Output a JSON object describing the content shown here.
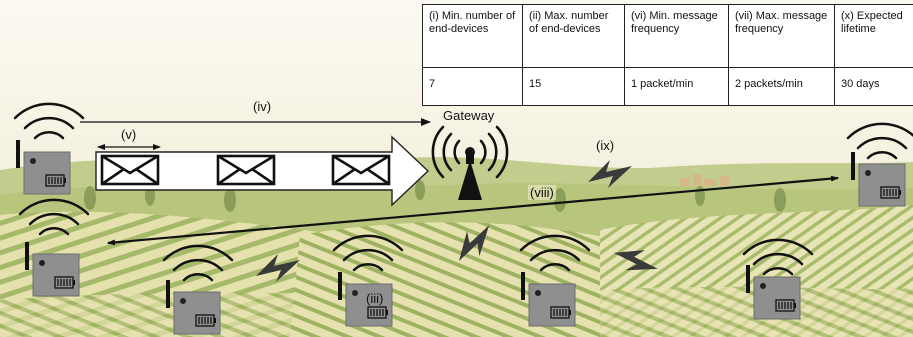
{
  "table": {
    "headers": [
      "(i) Min. number of end-devices",
      "(ii) Max. number of end-devices",
      "(vi) Min. message frequency",
      "(vii) Max. message frequency",
      "(x) Expected lifetime"
    ],
    "values": [
      "7",
      "15",
      "1 packet/min",
      "2 packets/min",
      "30 days"
    ]
  },
  "labels": {
    "gateway": "Gateway",
    "iv": "(iv)",
    "v": "(v)",
    "viii": "(viii)",
    "ix": "(ix)",
    "iii": "(iii)"
  },
  "colors": {
    "sky": "#f4efdc",
    "hills": "#b7c77e",
    "field_light": "#dfe0a8",
    "field_dark": "#9bae61",
    "device": "#8f8f8f",
    "ink": "#111111"
  },
  "icons": [
    "envelope-icon",
    "gateway-antenna-icon",
    "end-device-icon",
    "battery-icon",
    "lightning-interference-icon",
    "wifi-signal-icon"
  ]
}
